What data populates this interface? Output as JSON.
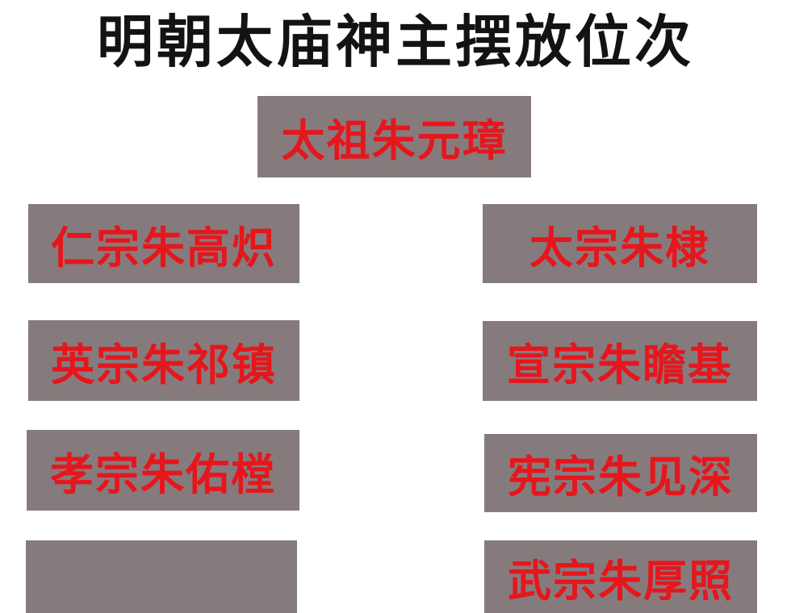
{
  "title": "明朝太庙神主摆放位次",
  "colors": {
    "page_bg": "#ffffff",
    "title_color": "#131313",
    "box_bg": "#857b7d",
    "name_red": "#e6161c"
  },
  "founder": {
    "label": "太祖朱元璋"
  },
  "left_column": [
    {
      "label": "仁宗朱高炽"
    },
    {
      "label": "英宗朱祁镇"
    },
    {
      "label": "孝宗朱佑樘"
    },
    {
      "label": ""
    }
  ],
  "right_column": [
    {
      "label": "太宗朱棣"
    },
    {
      "label": "宣宗朱瞻基"
    },
    {
      "label": "宪宗朱见深"
    },
    {
      "label": "武宗朱厚照"
    }
  ]
}
